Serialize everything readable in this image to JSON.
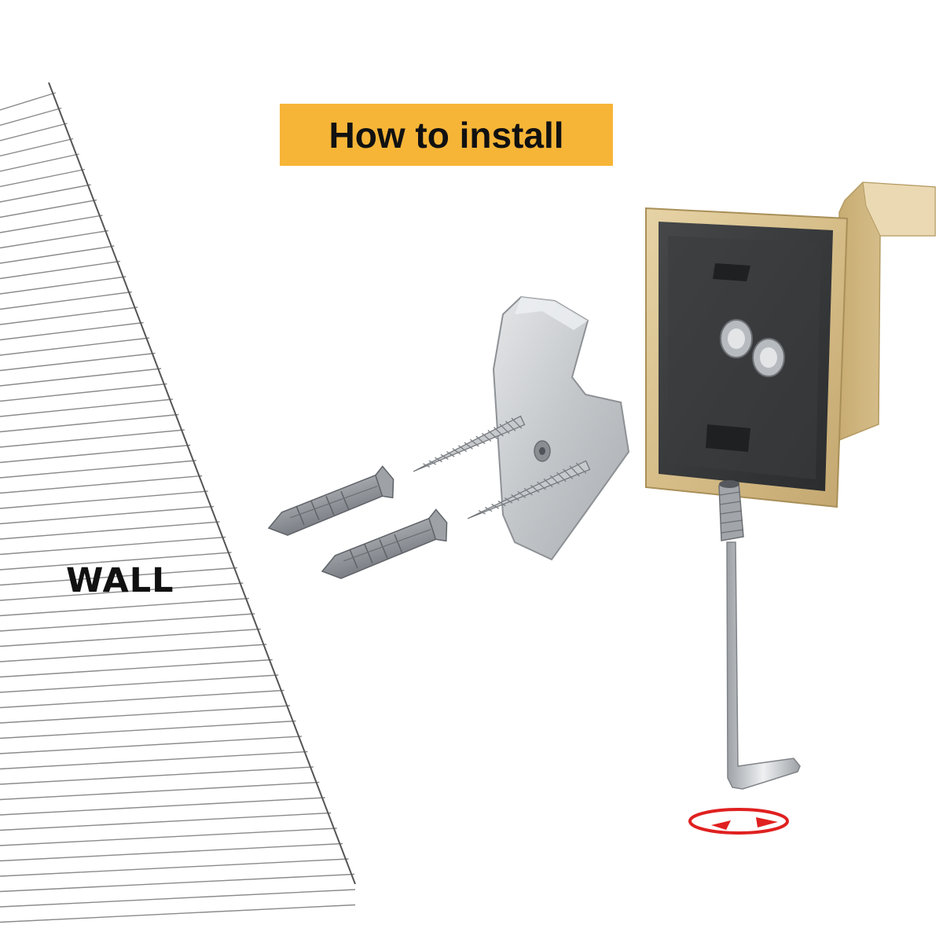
{
  "banner": {
    "title": "How to install",
    "color": "#f7b537"
  },
  "wall": {
    "label": "WALL"
  },
  "parts": {
    "hook": {
      "icon": "towel-hook",
      "color": "#d8c08f"
    },
    "bracket": {
      "icon": "mounting-bracket",
      "color": "#c9ccce"
    },
    "screws": {
      "icon": "wood-screw",
      "count": 2
    },
    "anchors": {
      "icon": "wall-anchor",
      "count": 2,
      "color": "#8f9399"
    },
    "set_screw": {
      "icon": "set-screw"
    },
    "hex_key": {
      "icon": "allen-key"
    },
    "rotation_arrow": {
      "icon": "rotate-arrow",
      "color": "#e02020"
    }
  }
}
